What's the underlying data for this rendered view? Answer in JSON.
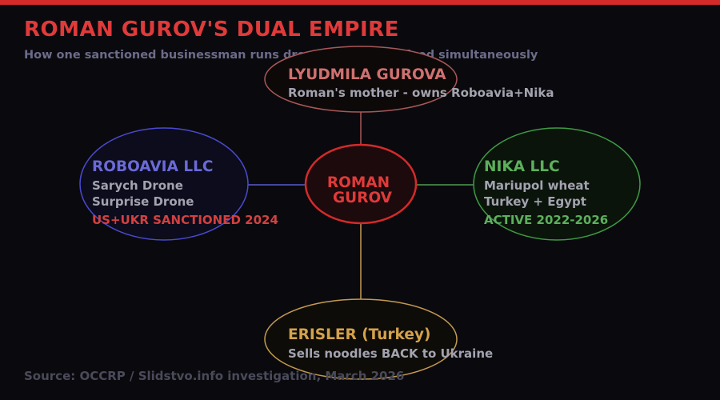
{
  "title": "ROMAN GUROV'S DUAL EMPIRE",
  "subtitle": "How one sanctioned businessman runs drones and stolen food simultaneously",
  "center": {
    "line1": "ROMAN",
    "line2": "GUROV"
  },
  "nodes": {
    "lyudmila": {
      "title": "LYUDMILA GUROVA",
      "line1": "Roman's mother - owns Roboavia+Nika"
    },
    "roboavia": {
      "title": "ROBOAVIA LLC",
      "line1": "Sarych Drone",
      "line2": "Surprise Drone",
      "status": "US+UKR SANCTIONED 2024"
    },
    "nika": {
      "title": "NIKA LLC",
      "line1": "Mariupol wheat",
      "line2": "Turkey + Egypt",
      "status": "ACTIVE 2022-2026"
    },
    "erisler": {
      "title": "ERISLER (Turkey)",
      "line1": "Sells noodles BACK to Ukraine"
    }
  },
  "source": "Source: OCCRP / Slidstvo.info investigation, March 2026",
  "colors": {
    "accent_red": "#d42a2a",
    "roboavia": "#6a6ad8",
    "nika": "#4caf50",
    "erisler": "#d4a24c",
    "lyudmila": "#c86464"
  }
}
